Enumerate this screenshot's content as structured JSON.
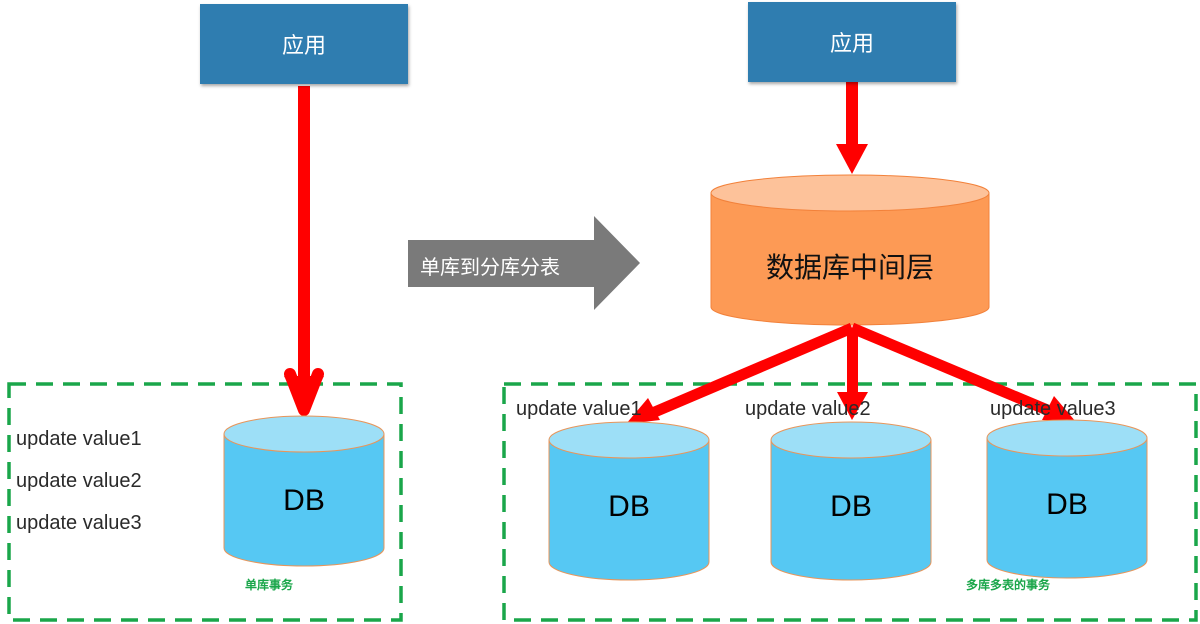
{
  "diagram": {
    "left": {
      "app_label": "应用",
      "updates": [
        "update value1",
        "update value2",
        "update value3"
      ],
      "db_label": "DB",
      "note": "单库事务"
    },
    "transition_label": "单库到分库分表",
    "right": {
      "app_label": "应用",
      "middleware_label": "数据库中间层",
      "dbs": [
        {
          "label": "DB",
          "update": "update value1"
        },
        {
          "label": "DB",
          "update": "update value2"
        },
        {
          "label": "DB",
          "update": "update value3"
        }
      ],
      "note": "多库多表的事务"
    },
    "colors": {
      "app_box": "#2f7db0",
      "arrow": "#ff0000",
      "db_body": "#56c8f3",
      "db_top": "#9ddff7",
      "db_stroke": "#e8955a",
      "middleware_body": "#fd9a55",
      "middleware_top": "#fdc29a",
      "dashed_border": "#1aa64a",
      "transition_arrow": "#7a7a7a"
    }
  }
}
